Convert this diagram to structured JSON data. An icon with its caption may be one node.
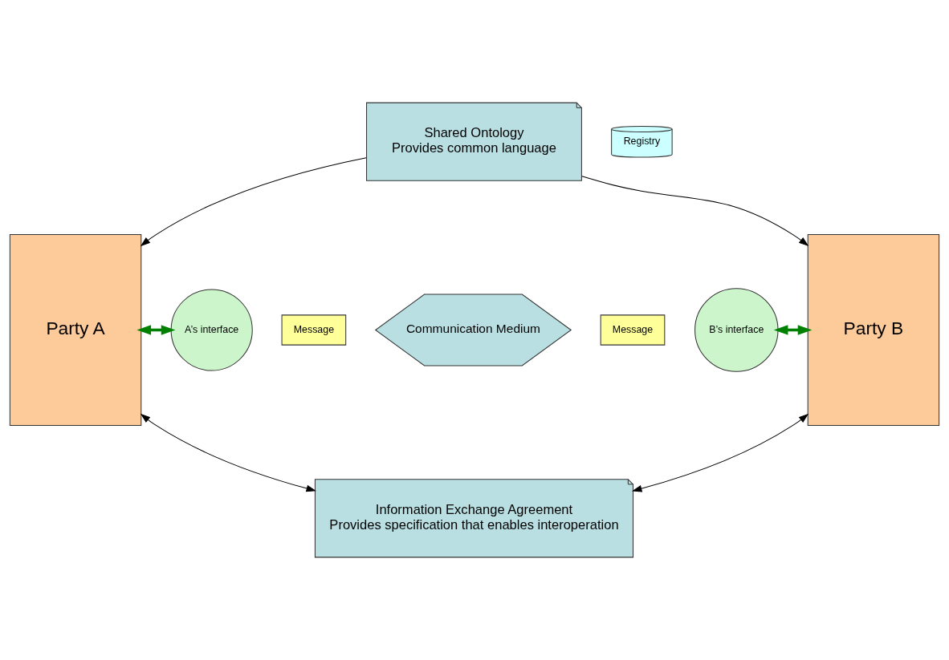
{
  "diagram": {
    "nodes": [
      {
        "text": [
          "Shared Ontology",
          "Provides common language"
        ]
      },
      {
        "text": [
          "Registry"
        ]
      },
      {
        "text": [
          "Party A"
        ]
      },
      {
        "text": [
          "Party B"
        ]
      },
      {
        "text": [
          "A’s interface"
        ]
      },
      {
        "text": [
          "Communication Medium"
        ]
      },
      {
        "text": [
          "Message"
        ]
      },
      {
        "text": [
          "Message"
        ]
      },
      {
        "text": [
          "B’s interface"
        ]
      },
      {
        "text": [
          "Information Exchange Agreement",
          "Provides specification that enables interoperation"
        ]
      }
    ],
    "edges": [
      {
        "from": 0,
        "to": 2,
        "arrow": "to"
      },
      {
        "from": 0,
        "to": 3,
        "arrow": "to"
      },
      {
        "from": 2,
        "to": 4,
        "arrow": "both",
        "style": "thick",
        "color": "#008000"
      },
      {
        "from": 8,
        "to": 3,
        "arrow": "both",
        "style": "thick",
        "color": "#008000"
      },
      {
        "from": 2,
        "to": 9,
        "arrow": "both"
      },
      {
        "from": 3,
        "to": 9,
        "arrow": "both"
      }
    ]
  }
}
